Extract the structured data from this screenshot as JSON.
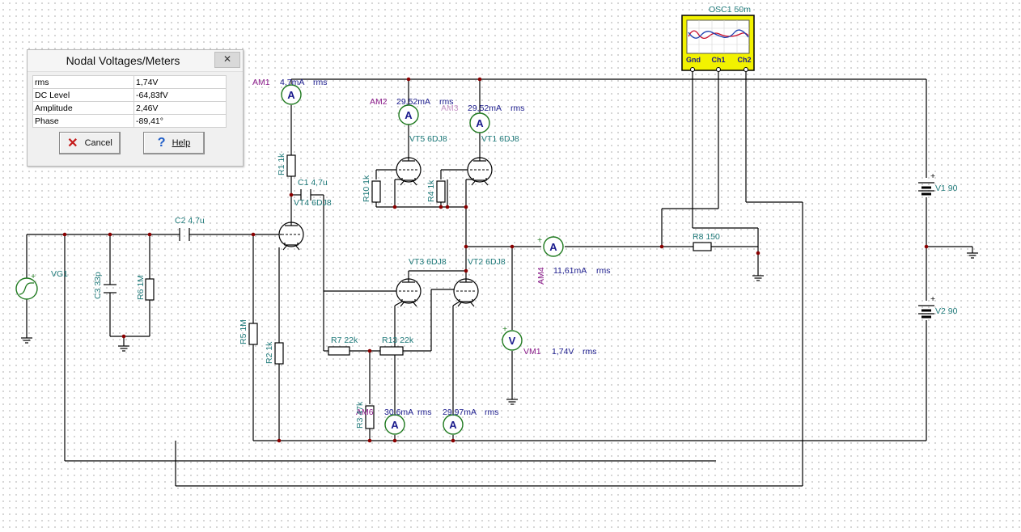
{
  "dialog": {
    "title": "Nodal Voltages/Meters",
    "close_glyph": "✕",
    "rows": [
      {
        "label": "rms",
        "value": "1,74V"
      },
      {
        "label": "DC Level",
        "value": "-64,83fV"
      },
      {
        "label": "Amplitude",
        "value": "2,46V"
      },
      {
        "label": "Phase",
        "value": "-89,41°"
      }
    ],
    "cancel_label": "Cancel",
    "cancel_icon": "red-x-icon",
    "help_label": "Help",
    "help_icon": "blue-question-icon"
  },
  "oscilloscope": {
    "name": "OSC1 50m",
    "pins": [
      "Gnd",
      "Ch1",
      "Ch2"
    ],
    "trace_colors": [
      "#c8102e",
      "#1c3fb0"
    ],
    "body_color": "#f2f200"
  },
  "ammeters": {
    "am1": {
      "name": "AM1",
      "reading": "4,7mA",
      "unit": "rms"
    },
    "am2": {
      "name": "AM2",
      "reading": "29,52mA",
      "unit": "rms"
    },
    "am3": {
      "name": "AM3",
      "reading": "29,52mA",
      "unit": "rms"
    },
    "am4": {
      "name": "AM4",
      "reading": "11,61mA",
      "unit": "rms"
    },
    "am5": {
      "name": "AM6",
      "reading": "30,6mA",
      "unit": "rms"
    },
    "am6": {
      "reading": "29,97mA",
      "unit": "rms"
    }
  },
  "voltmeter": {
    "name": "VM1",
    "reading": "1,74V",
    "unit": "rms"
  },
  "components": {
    "r1": "R1 1k",
    "r2": "R2 1k",
    "r3": "R3 47k",
    "r4": "R4 1k",
    "r5": "R5 1M",
    "r6": "R6 1M",
    "r7": "R7 22k",
    "r8": "R8 150",
    "r10": "R10 1k",
    "r13": "R13 22k",
    "c1": "C1 4,7u",
    "c2": "C2 4,7u",
    "c3": "C3 33p",
    "vt1": "VT1 6DJ8",
    "vt2": "VT2 6DJ8",
    "vt3": "VT3 6DJ8",
    "vt4": "VT4 6DJ8",
    "vt5": "VT5 6DJ8",
    "vg1": "VG1",
    "v1": "V1 90",
    "v2": "V2 90",
    "meter_a": "A",
    "meter_v": "V",
    "plus": "+"
  }
}
